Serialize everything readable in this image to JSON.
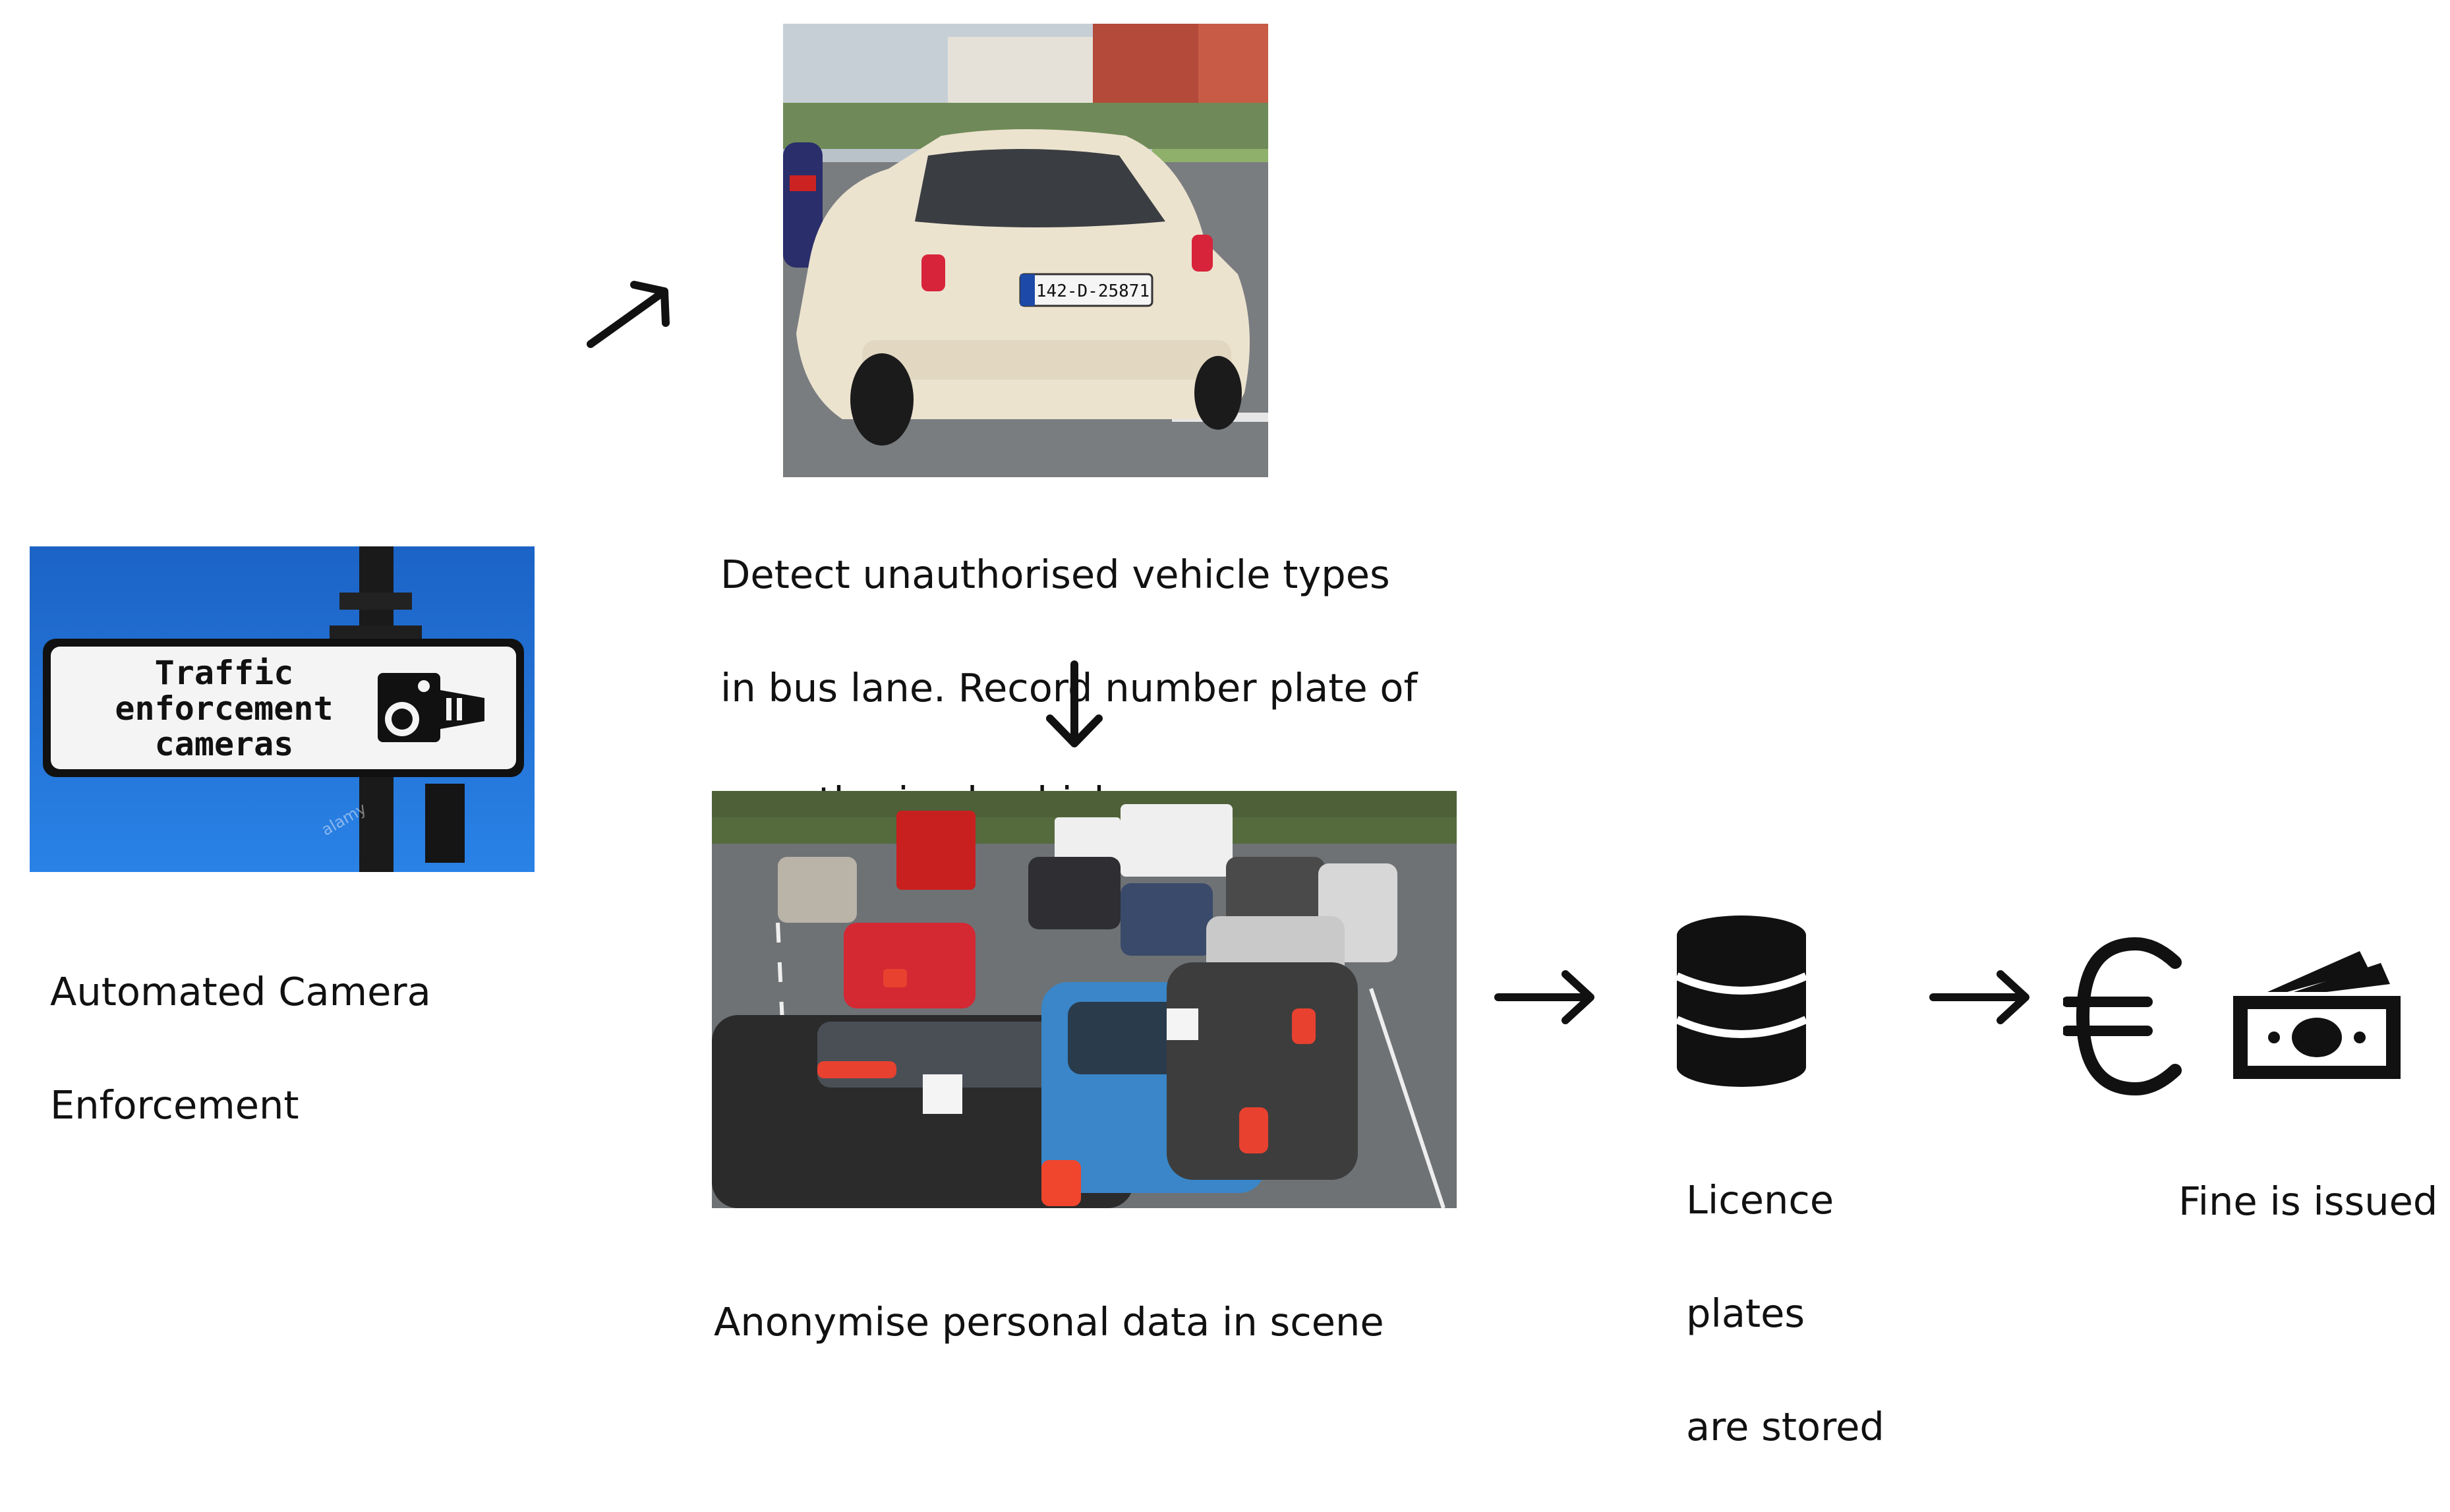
{
  "nodes": {
    "camera_sign": {
      "sign_lines": [
        "Traffic",
        "enforcement",
        "cameras"
      ],
      "watermark": "alamy",
      "caption_lines": [
        "Automated Camera",
        "Enforcement"
      ]
    },
    "detect": {
      "plate_text": "142-D-25871",
      "caption_lines": [
        "Detect unauthorised vehicle types",
        "in bus lane. Record number plate of",
        "unauthorised vehicle."
      ]
    },
    "anonymise": {
      "caption_lines": [
        "Anonymise personal data in scene"
      ]
    },
    "storage": {
      "icon": "database-icon",
      "caption_lines": [
        "Licence",
        "plates",
        "are stored"
      ]
    },
    "fine": {
      "icons": [
        "euro-icon",
        "banknotes-icon"
      ],
      "caption_lines": [
        "Fine is issued"
      ]
    }
  },
  "colors": {
    "sign_sky": "#1d6fd6",
    "car_cream": "#ece3cf",
    "arrow": "#111111"
  }
}
